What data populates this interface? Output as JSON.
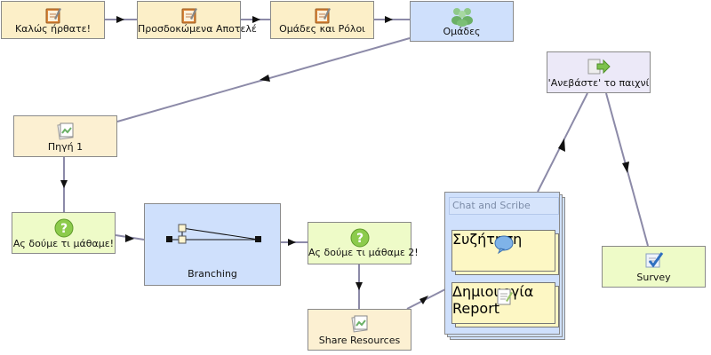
{
  "nodes": {
    "welcome": "Καλώς ήρθατε!",
    "outcomes": "Προσδοκώμενα Αποτελέ",
    "groups_roles": "Ομάδες και Ρόλοι",
    "groups": "Ομάδες",
    "source1": "Πηγή 1",
    "learned1": "Ας δούμε τι μάθαμε!",
    "branching": "Branching",
    "learned2": "Ας δούμε τι μάθαμε 2!",
    "share_resources": "Share Resources",
    "upload_game": "'Ανεβάστε' το παιχνί",
    "survey": "Survey"
  },
  "sequence": {
    "title": "Chat and Scribe",
    "items": [
      "Συζήτηση",
      "Δημιουργία Report"
    ]
  },
  "colors": {
    "tool_bg": "#fcefc8",
    "assessment_bg": "#eefbc8",
    "group_bg": "#cfe0fc",
    "gate_bg": "#ece9f8",
    "connector": "#8c8aa8"
  },
  "icons": [
    "notes-icon",
    "users-icon",
    "resource-icon",
    "question-icon",
    "branch-icon",
    "chat-bubble-icon",
    "report-icon",
    "upload-arrow-icon",
    "survey-check-icon"
  ]
}
